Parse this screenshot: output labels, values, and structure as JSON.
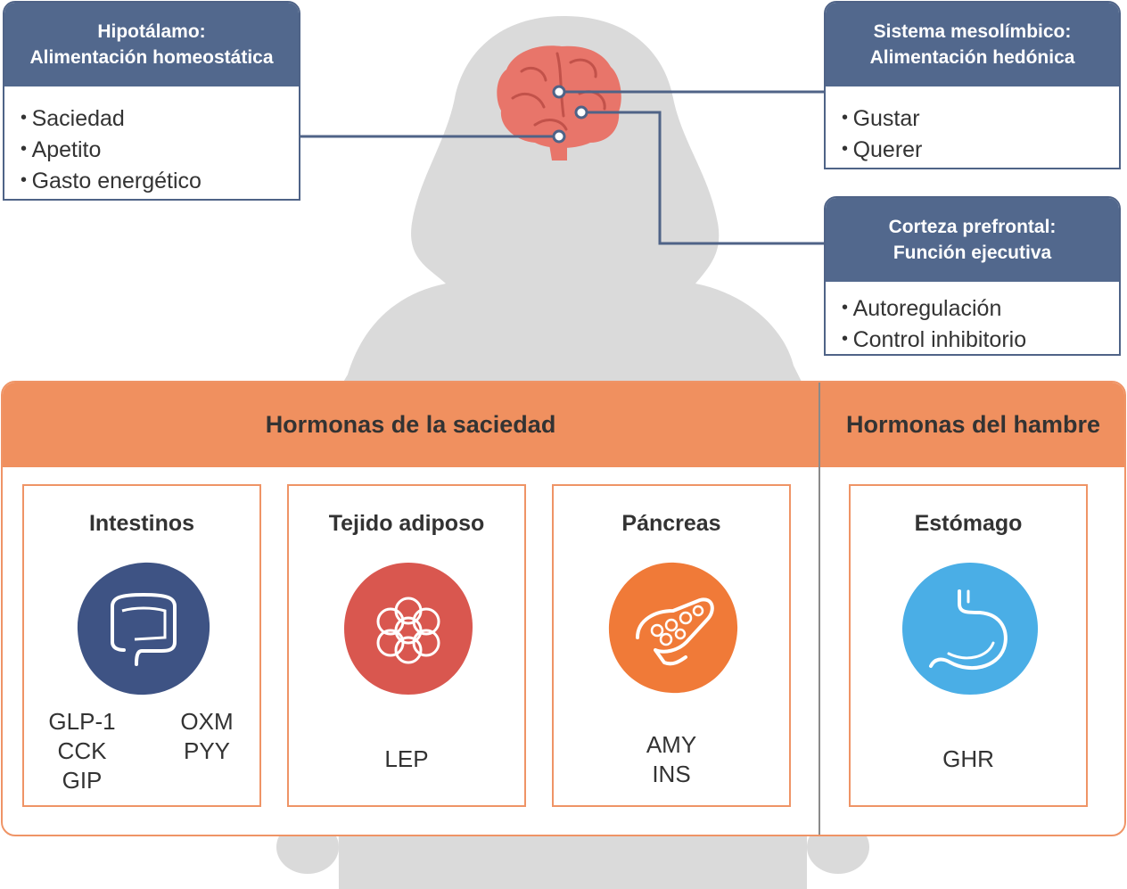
{
  "brain_regions": {
    "hypothalamus": {
      "title_line1": "Hipotálamo:",
      "title_line2": "Alimentación homeostática",
      "items": [
        "Saciedad",
        "Apetito",
        "Gasto energético"
      ]
    },
    "mesolimbic": {
      "title_line1": "Sistema mesolímbico:",
      "title_line2": "Alimentación hedónica",
      "items": [
        "Gustar",
        "Querer"
      ]
    },
    "prefrontal": {
      "title_line1": "Corteza prefrontal:",
      "title_line2": "Función ejecutiva",
      "items": [
        "Autoregulación",
        "Control inhibitorio"
      ]
    }
  },
  "hormones": {
    "satiety_title": "Hormonas de la saciedad",
    "hunger_title": "Hormonas del hambre",
    "organs": [
      {
        "name": "Intestinos",
        "icon": "intestine-icon",
        "hormones_left": [
          "GLP-1",
          "CCK",
          "GIP"
        ],
        "hormones_right": [
          "OXM",
          "PYY"
        ]
      },
      {
        "name": "Tejido adiposo",
        "icon": "fat-cell-icon",
        "hormones": [
          "LEP"
        ]
      },
      {
        "name": "Páncreas",
        "icon": "pancreas-icon",
        "hormones": [
          "AMY",
          "INS"
        ]
      },
      {
        "name": "Estómago",
        "icon": "stomach-icon",
        "hormones": [
          "GHR"
        ]
      }
    ]
  },
  "colors": {
    "silhouette": "#dadada",
    "navy": "#52688d",
    "orange": "#f0905f",
    "intestine_blob": "#3e5384",
    "adipose_blob": "#d9574f",
    "pancreas_blob": "#f07a38",
    "stomach_blob": "#4aaee6",
    "brain": "#e8756a"
  }
}
